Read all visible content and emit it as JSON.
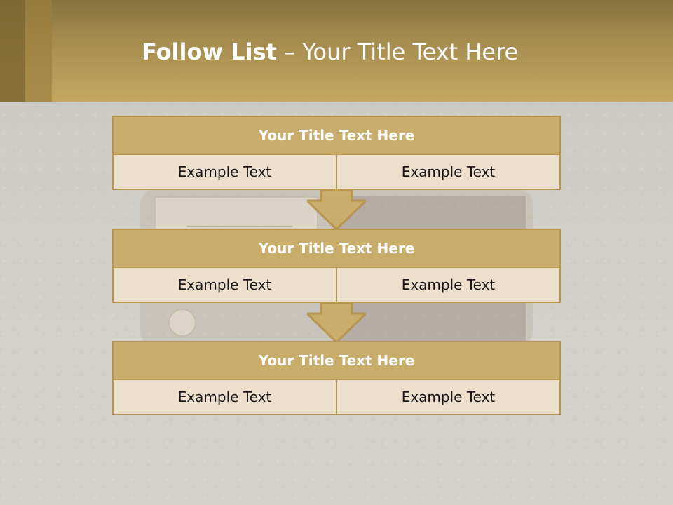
{
  "header": {
    "title_bold": "Follow List",
    "title_rest": " – Your Title Text Here"
  },
  "blocks": [
    {
      "title": "Your Title Text Here",
      "cells": [
        "Example Text",
        "Example Text"
      ]
    },
    {
      "title": "Your Title Text Here",
      "cells": [
        "Example Text",
        "Example Text"
      ]
    },
    {
      "title": "Your Title Text Here",
      "cells": [
        "Example Text",
        "Example Text"
      ]
    }
  ],
  "colors": {
    "header": "#a58c4f",
    "box_title": "#c8ad6b",
    "box_cell": "#ece0cd",
    "border": "#b7964f",
    "background": "#cfccc6"
  }
}
